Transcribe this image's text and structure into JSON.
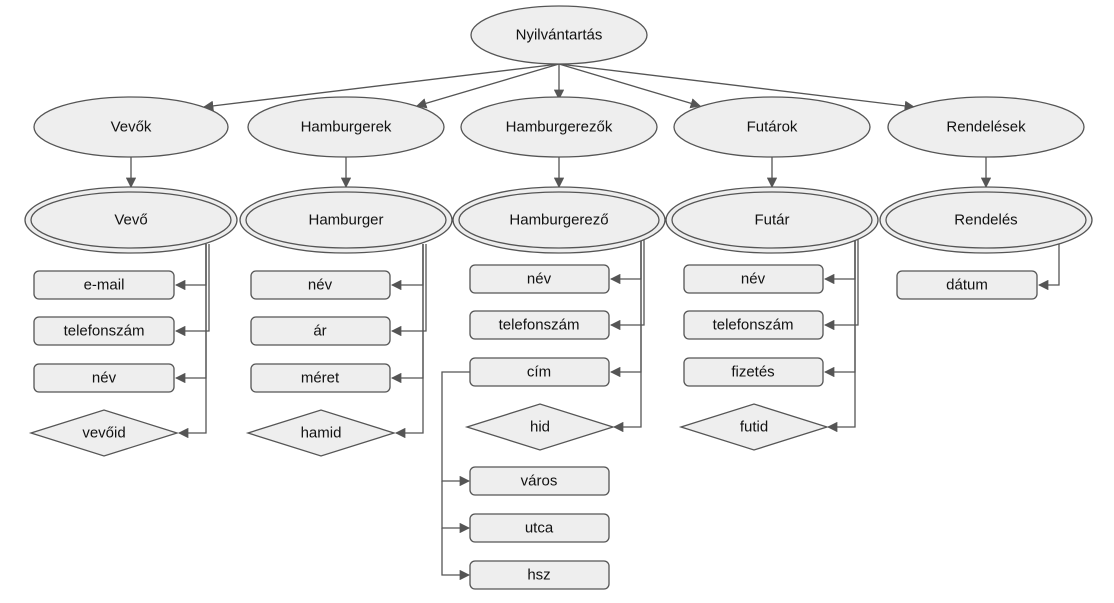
{
  "root": {
    "label": "Nyilvántartás"
  },
  "collections": [
    {
      "key": "vevok",
      "label": "Vevők",
      "entity": "Vevő",
      "attributes": [
        "e-mail",
        "telefonszám",
        "név"
      ],
      "key_attribute": "vevőid"
    },
    {
      "key": "hamburgerek",
      "label": "Hamburgerek",
      "entity": "Hamburger",
      "attributes": [
        "név",
        "ár",
        "méret"
      ],
      "key_attribute": "hamid"
    },
    {
      "key": "hamburgerezok",
      "label": "Hamburgerezők",
      "entity": "Hamburgerező",
      "attributes": [
        "név",
        "telefonszám",
        "cím"
      ],
      "key_attribute": "hid",
      "composite": {
        "parent": "cím",
        "parts": [
          "város",
          "utca",
          "hsz"
        ]
      }
    },
    {
      "key": "futarok",
      "label": "Futárok",
      "entity": "Futár",
      "attributes": [
        "név",
        "telefonszám",
        "fizetés"
      ],
      "key_attribute": "futid"
    },
    {
      "key": "rendelesek",
      "label": "Rendelések",
      "entity": "Rendelés",
      "attributes": [
        "dátum"
      ]
    }
  ],
  "colors": {
    "fill": "#eeeeee",
    "stroke": "#555555",
    "text": "#111111"
  }
}
